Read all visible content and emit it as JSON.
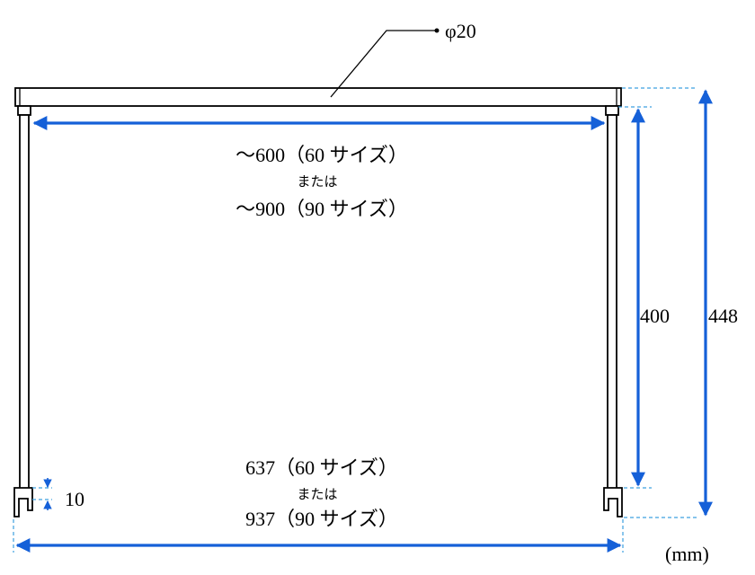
{
  "labels": {
    "pipe_diameter": "φ20",
    "inner_width_1": "～600（60 サイズ）",
    "or_1": "または",
    "inner_width_2": "～900（90 サイズ）",
    "inner_height": "400",
    "total_height": "448",
    "foot_height": "10",
    "outer_width_1": "637（60 サイズ）",
    "or_2": "または",
    "outer_width_2": "937（90 サイズ）",
    "unit": "(mm)"
  },
  "colors": {
    "dimension_line": "#1560d8",
    "extension_line": "#3da0e0",
    "frame": "#000000"
  }
}
